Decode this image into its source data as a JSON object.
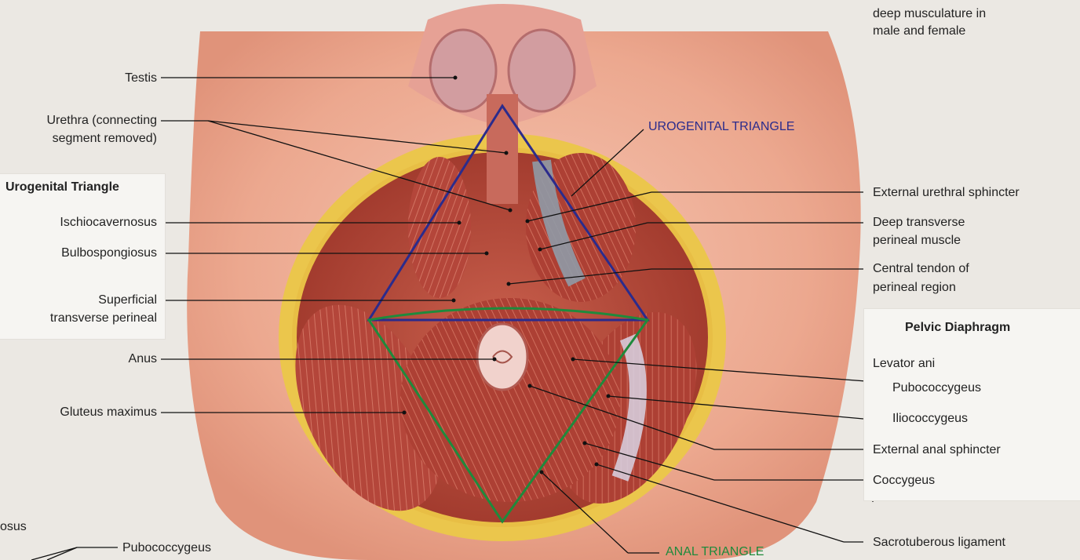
{
  "figure_caption": {
    "line1": "deep musculature in",
    "line2": "male and female"
  },
  "left_labels": {
    "testis": "Testis",
    "urethra_1": "Urethra (connecting",
    "urethra_2": "segment removed)",
    "ischiocavernosus": "Ischiocavernosus",
    "bulbospongiosus": "Bulbospongiosus",
    "sup_transverse_1": "Superficial",
    "sup_transverse_2": "transverse perineal",
    "anus": "Anus",
    "gluteus": "Gluteus maximus"
  },
  "left_panel": {
    "title": "Urogenital Triangle"
  },
  "right_labels": {
    "ext_urethral": "External urethral sphincter",
    "deep_transverse_1": "Deep transverse",
    "deep_transverse_2": "perineal muscle",
    "central_tendon_1": "Central tendon of",
    "central_tendon_2": "perineal region",
    "levator": "Levator ani",
    "pubococcygeus": "Pubococcygeus",
    "iliococcygeus": "Iliococcygeus",
    "ext_anal": "External anal sphincter",
    "coccygeus": "Coccygeus",
    "sacrotuberous": "Sacrotuberous ligament"
  },
  "right_panel": {
    "title": "Pelvic Diaphragm"
  },
  "regions": {
    "urogenital": "UROGENITAL TRIANGLE",
    "anal": "ANAL TRIANGLE"
  },
  "partial_labels": {
    "cut_left": "osus",
    "pubococcygeus_bottom": "Pubococcygeus"
  },
  "colors": {
    "background": "#ebe8e3",
    "skin": "#f0b4a0",
    "muscle": "#b8483a",
    "fat": "#ecc94a",
    "urogenital_triangle": "#2b2b8c",
    "anal_triangle": "#1f8a3c"
  }
}
